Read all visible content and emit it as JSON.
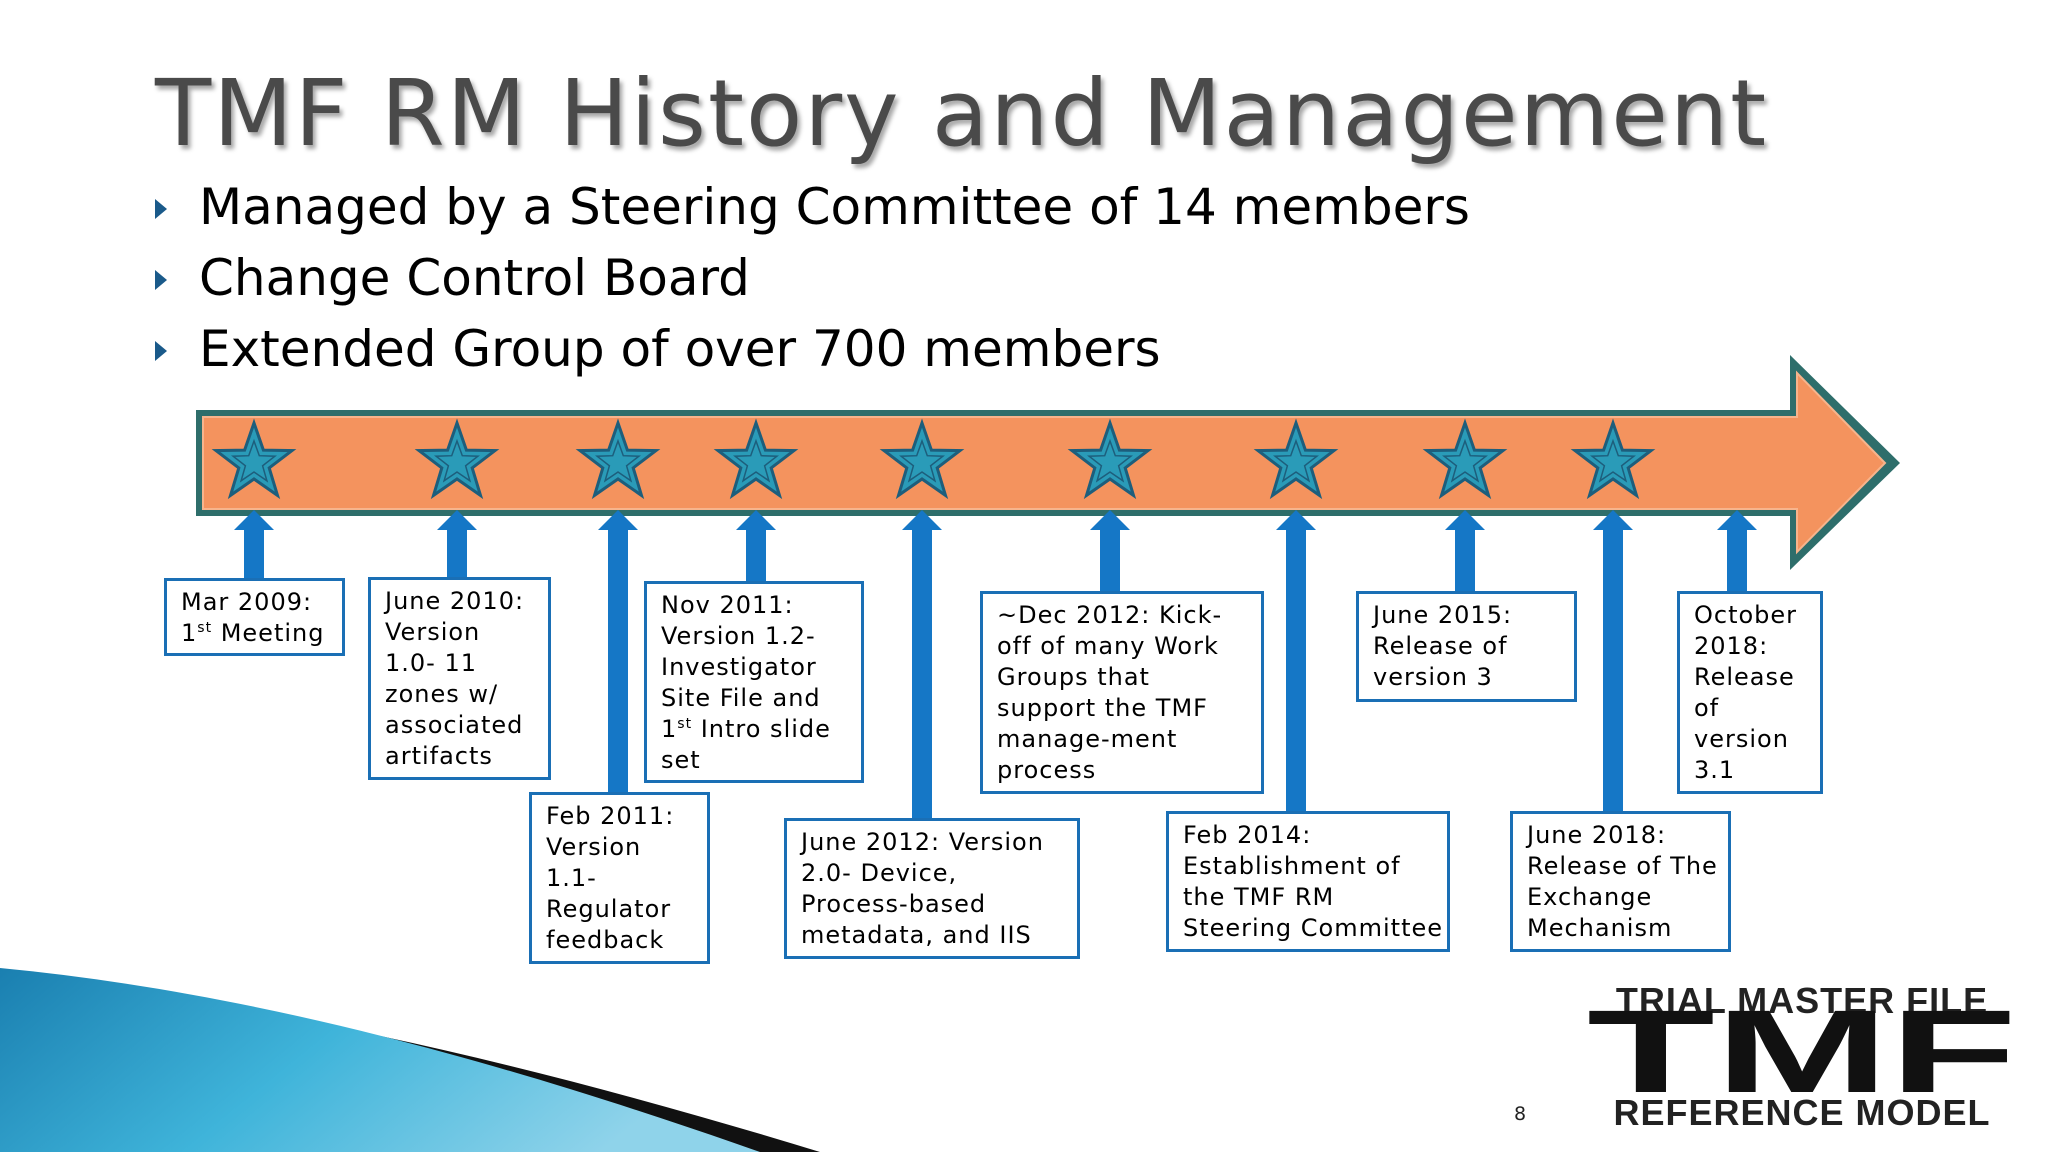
{
  "slide": {
    "title": "TMF RM History and Management",
    "page_number": "8"
  },
  "bullets": [
    "Managed by a Steering Committee of 14 members",
    "Change Control Board",
    "Extended Group of over 700 members"
  ],
  "timeline": {
    "colors": {
      "arrow_fill": "#f4935e",
      "arrow_border": "#2e6e6b",
      "star_fill": "#2a9bb8",
      "star_stroke": "#1d5e7c",
      "connector": "#1577c6",
      "box_border": "#1a6fb5"
    },
    "events": [
      {
        "lines": [
          "Mar 2009:",
          "1|st| Meeting"
        ]
      },
      {
        "lines": [
          "June 2010:",
          "Version",
          "1.0- 11",
          "zones w/",
          "associated",
          "artifacts"
        ]
      },
      {
        "lines": [
          "Feb 2011:",
          "Version",
          "1.1-",
          "Regulator",
          "feedback"
        ]
      },
      {
        "lines": [
          "Nov 2011:",
          "Version 1.2-",
          "Investigator",
          "Site File and",
          "1|st| Intro slide",
          "set"
        ]
      },
      {
        "lines": [
          "June 2012: Version",
          "2.0- Device,",
          "Process-based",
          "metadata, and IIS"
        ]
      },
      {
        "lines": [
          "~Dec 2012: Kick-",
          "off of many Work",
          "Groups that",
          "support the TMF",
          "manage-ment",
          "process"
        ]
      },
      {
        "lines": [
          "Feb 2014:",
          "Establishment of",
          "the TMF RM",
          "Steering Committee"
        ]
      },
      {
        "lines": [
          "June 2015:",
          "Release of",
          "version 3"
        ]
      },
      {
        "lines": [
          "June 2018:",
          "Release of The",
          "Exchange",
          "Mechanism"
        ]
      },
      {
        "lines": [
          "October",
          "2018:",
          "Release",
          "of",
          "version",
          "3.1"
        ]
      }
    ]
  },
  "logo": {
    "top_text": "TRIAL MASTER FILE",
    "main_text": "TMF",
    "bottom_text": "REFERENCE MODEL"
  }
}
